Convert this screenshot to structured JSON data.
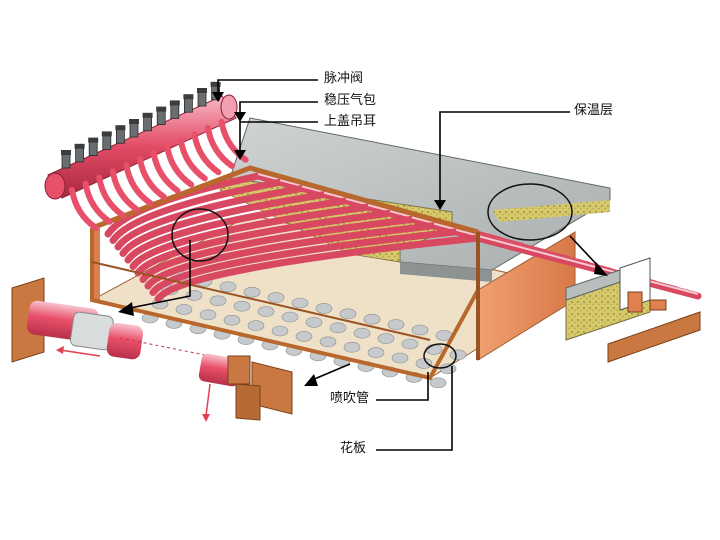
{
  "labels": {
    "pulse_valve": "脉冲阀",
    "header_tank": "稳压气包",
    "cover_lug": "上盖吊耳",
    "insulation": "保温层",
    "blow_pipe": "喷吹管",
    "tube_sheet": "花板"
  },
  "colors": {
    "pipe_red": "#e8506a",
    "pipe_light": "#f6b8c4",
    "cover_gray": "#b8bdbd",
    "insulation_yellow": "#d8c86a",
    "frame_copper": "#c87840",
    "wall_orange": "#e89060",
    "hole_gray": "#c0c4c8",
    "leader_line": "#000000"
  },
  "pipes": {
    "blow_pipe_count": 11,
    "valve_count": 12
  }
}
